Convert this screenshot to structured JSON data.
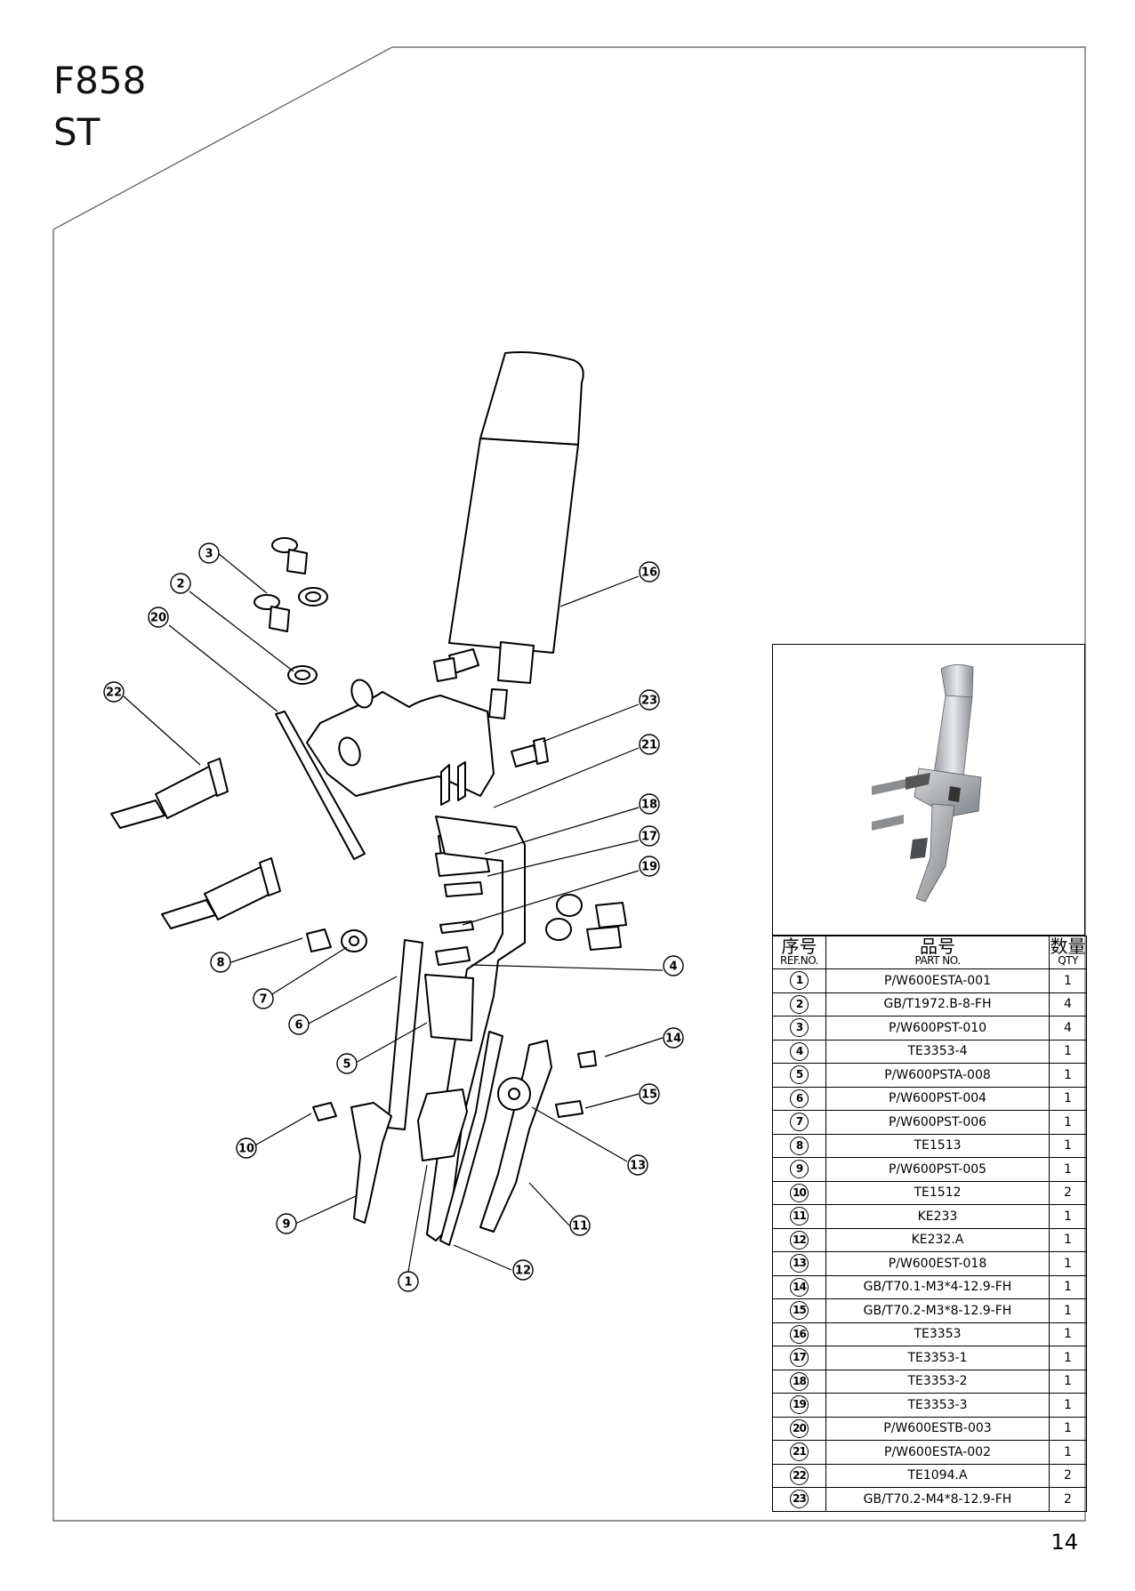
{
  "header": {
    "model": "F858",
    "variant": "ST"
  },
  "page_number": "14",
  "table": {
    "headers": [
      {
        "cn": "序号",
        "en": "REF.NO."
      },
      {
        "cn": "品号",
        "en": "PART NO."
      },
      {
        "cn": "数量",
        "en": "QTY"
      }
    ],
    "rows": [
      {
        "ref": "1",
        "part": "P/W600ESTA-001",
        "qty": "1"
      },
      {
        "ref": "2",
        "part": "GB/T1972.B-8-FH",
        "qty": "4"
      },
      {
        "ref": "3",
        "part": "P/W600PST-010",
        "qty": "4"
      },
      {
        "ref": "4",
        "part": "TE3353-4",
        "qty": "1"
      },
      {
        "ref": "5",
        "part": "P/W600PSTA-008",
        "qty": "1"
      },
      {
        "ref": "6",
        "part": "P/W600PST-004",
        "qty": "1"
      },
      {
        "ref": "7",
        "part": "P/W600PST-006",
        "qty": "1"
      },
      {
        "ref": "8",
        "part": "TE1513",
        "qty": "1"
      },
      {
        "ref": "9",
        "part": "P/W600PST-005",
        "qty": "1"
      },
      {
        "ref": "10",
        "part": "TE1512",
        "qty": "2"
      },
      {
        "ref": "11",
        "part": "KE233",
        "qty": "1"
      },
      {
        "ref": "12",
        "part": "KE232.A",
        "qty": "1"
      },
      {
        "ref": "13",
        "part": "P/W600EST-018",
        "qty": "1"
      },
      {
        "ref": "14",
        "part": "GB/T70.1-M3*4-12.9-FH",
        "qty": "1"
      },
      {
        "ref": "15",
        "part": "GB/T70.2-M3*8-12.9-FH",
        "qty": "1"
      },
      {
        "ref": "16",
        "part": "TE3353",
        "qty": "1"
      },
      {
        "ref": "17",
        "part": "TE3353-1",
        "qty": "1"
      },
      {
        "ref": "18",
        "part": "TE3353-2",
        "qty": "1"
      },
      {
        "ref": "19",
        "part": "TE3353-3",
        "qty": "1"
      },
      {
        "ref": "20",
        "part": "P/W600ESTB-003",
        "qty": "1"
      },
      {
        "ref": "21",
        "part": "P/W600ESTA-002",
        "qty": "1"
      },
      {
        "ref": "22",
        "part": "TE1094.A",
        "qty": "2"
      },
      {
        "ref": "23",
        "part": "GB/T70.2-M4*8-12.9-FH",
        "qty": "2"
      }
    ]
  },
  "callouts": [
    "1",
    "2",
    "3",
    "4",
    "5",
    "6",
    "7",
    "8",
    "9",
    "10",
    "11",
    "12",
    "13",
    "14",
    "15",
    "16",
    "17",
    "18",
    "19",
    "20",
    "21",
    "22",
    "23"
  ]
}
